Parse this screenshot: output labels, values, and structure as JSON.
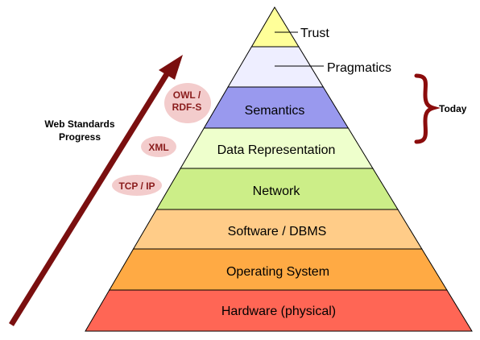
{
  "colors": {
    "layer_stroke": "#000000",
    "arrow": "#7a0f0f",
    "badge_fill": "#f3cccc",
    "badge_text": "#8a1c1c",
    "brace": "#8b0c0c"
  },
  "pyramid": {
    "layers": [
      {
        "label": "",
        "color": "#ffff99"
      },
      {
        "label": "",
        "color": "#eeeeff"
      },
      {
        "label": "Semantics",
        "color": "#9999ee"
      },
      {
        "label": "Data Representation",
        "color": "#eeffcc"
      },
      {
        "label": "Network",
        "color": "#ccee88"
      },
      {
        "label": "Software / DBMS",
        "color": "#ffcc88"
      },
      {
        "label": "Operating System",
        "color": "#ffaa44"
      },
      {
        "label": "Hardware (physical)",
        "color": "#ff6655"
      }
    ]
  },
  "callouts": {
    "trust": "Trust",
    "pragmatics": "Pragmatics"
  },
  "progress": {
    "line1": "Web Standards",
    "line2": "Progress"
  },
  "badges": [
    {
      "lines": [
        "OWL /",
        "RDF-S"
      ]
    },
    {
      "lines": [
        "XML"
      ]
    },
    {
      "lines": [
        "TCP / IP"
      ]
    }
  ],
  "today": "Today"
}
